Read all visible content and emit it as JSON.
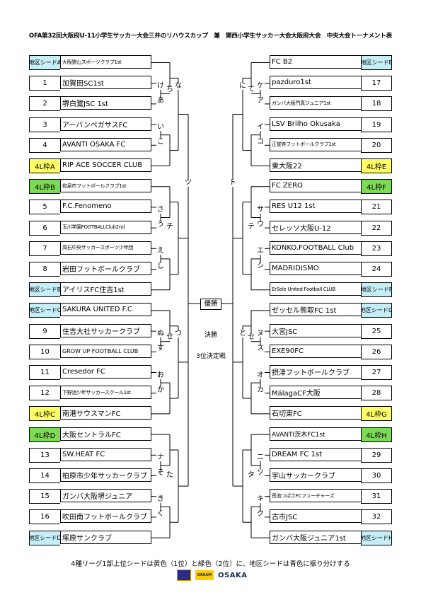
{
  "title": "OFA第32回大阪府U-11小学生サッカー大会三井のリハウスカップ　兼　関西小学生サッカー大会大阪府大会　中央大会トーナメント表",
  "left": [
    {
      "seed": "地区シードA",
      "team": "大阪狭山スポーツクラブ1st",
      "color": "blue"
    },
    {
      "seed": "1",
      "team": "加賀田SC1st",
      "color": ""
    },
    {
      "seed": "2",
      "team": "堺白鷺JSC 1st",
      "color": ""
    },
    {
      "seed": "3",
      "team": "アーバンペガサスFC",
      "color": ""
    },
    {
      "seed": "4",
      "team": "AVANTI OSAKA FC",
      "color": ""
    },
    {
      "seed": "4L枠A",
      "team": "RIP ACE SOCCER CLUB",
      "color": "yellow"
    },
    {
      "seed": "4L枠B",
      "team": "和泉市フットボールクラブ1st",
      "color": "green"
    },
    {
      "seed": "5",
      "team": "F.C.Fenomeno",
      "color": ""
    },
    {
      "seed": "6",
      "team": "玉川学園FOOTBALLClub2nd",
      "color": ""
    },
    {
      "seed": "7",
      "team": "高石中央サッカースポーツ少年団",
      "color": ""
    },
    {
      "seed": "8",
      "team": "岩田フットボールクラブ",
      "color": ""
    },
    {
      "seed": "地区シードB",
      "team": "アイリスFC住吉1st",
      "color": "blue"
    },
    {
      "seed": "地区シードC",
      "team": "SAKURA UNITED F.C",
      "color": "blue"
    },
    {
      "seed": "9",
      "team": "住吉大社サッカークラブ",
      "color": ""
    },
    {
      "seed": "10",
      "team": "GROW UP FOOTBALL CLUB",
      "color": ""
    },
    {
      "seed": "11",
      "team": "Cresedor FC",
      "color": ""
    },
    {
      "seed": "12",
      "team": "下野池少年サッカースクール1st",
      "color": ""
    },
    {
      "seed": "4L枠C",
      "team": "南港サウスマンFC",
      "color": "yellow"
    },
    {
      "seed": "4L枠D",
      "team": "大阪セントラルFC",
      "color": "green"
    },
    {
      "seed": "13",
      "team": "SW.HEAT FC",
      "color": ""
    },
    {
      "seed": "14",
      "team": "柏原市少年サッカークラブ",
      "color": ""
    },
    {
      "seed": "15",
      "team": "ガンバ大阪堺ジュニア",
      "color": ""
    },
    {
      "seed": "16",
      "team": "吹田南フットボールクラブ",
      "color": ""
    },
    {
      "seed": "地区シードD",
      "team": "塚原サンクラブ",
      "color": "blue"
    }
  ],
  "right": [
    {
      "seed": "地区シードE",
      "team": "FC B2",
      "color": "blue"
    },
    {
      "seed": "17",
      "team": "pazduro1st",
      "color": ""
    },
    {
      "seed": "18",
      "team": "ガンバ大阪門真ジュニア1st",
      "color": ""
    },
    {
      "seed": "19",
      "team": "LSV Brilho Okusaka",
      "color": ""
    },
    {
      "seed": "20",
      "team": "正覚寺フットボールクラブ1st",
      "color": ""
    },
    {
      "seed": "4L枠E",
      "team": "東大阪22",
      "color": "yellow"
    },
    {
      "seed": "4L枠F",
      "team": "FC ZERO",
      "color": "green"
    },
    {
      "seed": "21",
      "team": "RES U12 1st",
      "color": ""
    },
    {
      "seed": "22",
      "team": "セレッソ大阪U-12",
      "color": ""
    },
    {
      "seed": "23",
      "team": "KONKO.FOOTBALL Club",
      "color": ""
    },
    {
      "seed": "24",
      "team": "MADRIDISMO",
      "color": ""
    },
    {
      "seed": "地区シードF",
      "team": "ErSele United Football CLUB",
      "color": "blue"
    },
    {
      "seed": "地区シードG",
      "team": "ゼッセル熊取FC 1st",
      "color": "blue"
    },
    {
      "seed": "25",
      "team": "大宮JSC",
      "color": ""
    },
    {
      "seed": "26",
      "team": "EXE90FC",
      "color": ""
    },
    {
      "seed": "27",
      "team": "摂津フットボールクラブ",
      "color": ""
    },
    {
      "seed": "28",
      "team": "MálagaCF大阪",
      "color": ""
    },
    {
      "seed": "4L枠G",
      "team": "石切東FC",
      "color": "yellow"
    },
    {
      "seed": "4L枠H",
      "team": "AVANTI茨木FC1st",
      "color": "green"
    },
    {
      "seed": "29",
      "team": "DREAM FC 1st",
      "color": ""
    },
    {
      "seed": "30",
      "team": "宇山サッカークラブ",
      "color": ""
    },
    {
      "seed": "31",
      "team": "長池つばさFCフューチャーズ",
      "color": ""
    },
    {
      "seed": "32",
      "team": "古市JSC",
      "color": ""
    },
    {
      "seed": "地区シードH",
      "team": "ガンバ大阪ジュニア1st",
      "color": "blue"
    }
  ],
  "left_labels": [
    "け",
    "あ",
    "い",
    "こ",
    "ち",
    "な",
    "さ",
    "う",
    "え",
    "し",
    "チ",
    "ぬ",
    "す",
    "お",
    "か",
    "せ",
    "つ",
    "ナ",
    "そ",
    "き",
    "く",
    "た",
    "ツ"
  ],
  "right_labels": [
    "ケ",
    "ア",
    "イ",
    "コ",
    "て",
    "に",
    "サ",
    "ウ",
    "エ",
    "シ",
    "テ",
    "ヌ",
    "ス",
    "オ",
    "カ",
    "セ",
    "と",
    "ニ",
    "ソ",
    "キ",
    "ク",
    "タ",
    "ト"
  ],
  "center": {
    "champion": "優勝",
    "final": "決勝",
    "third_place": "3位決定戦"
  },
  "footnote": "4種リーグ1部上位シードは黄色（1位）と緑色（2位）に、地区シードは青色に振り分けする",
  "logos": {
    "osaka": "OSAKA",
    "dream": "DREAM"
  },
  "colors": {
    "yellow": "#ffff66",
    "green": "#7ed957",
    "blue": "#c6eef7"
  }
}
